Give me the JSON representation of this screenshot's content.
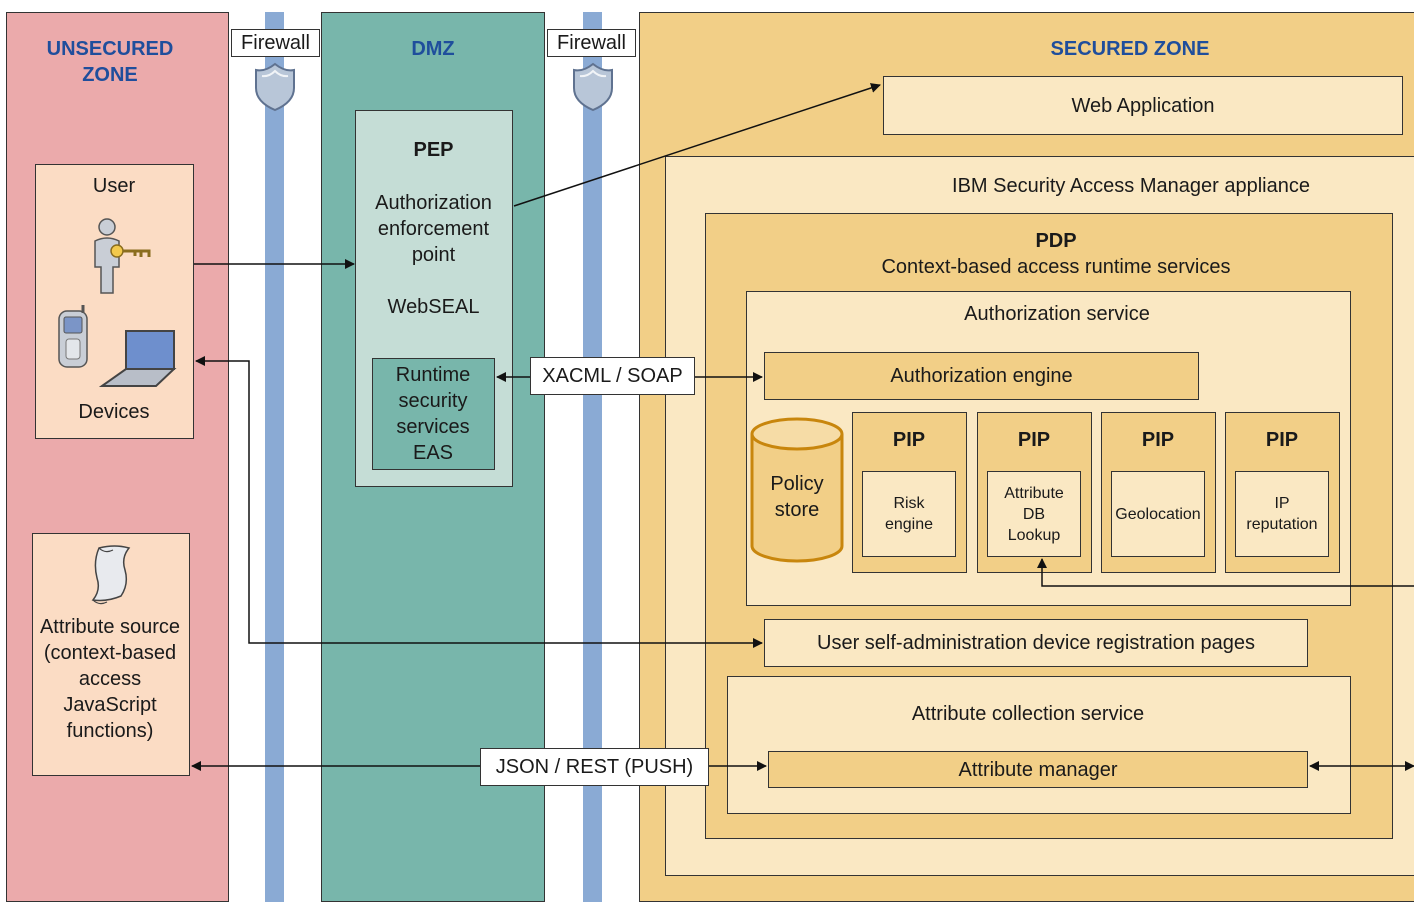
{
  "zones": {
    "unsecured": "UNSECURED ZONE",
    "dmz": "DMZ",
    "secured": "SECURED ZONE"
  },
  "firewalls": [
    "Firewall",
    "Firewall"
  ],
  "user_box": {
    "user_label": "User",
    "devices_label": "Devices"
  },
  "attribute_source": "Attribute source (context-based access JavaScript functions)",
  "pep": {
    "title": "PEP",
    "subtitle": "Authorization enforcement point",
    "webseal": "WebSEAL",
    "runtime": "Runtime security services EAS"
  },
  "web_application": "Web Application",
  "appliance": "IBM Security Access Manager appliance",
  "pdp": {
    "title": "PDP",
    "subtitle": "Context-based access runtime services"
  },
  "authorization_service": "Authorization service",
  "authorization_engine": "Authorization engine",
  "policy_store": "Policy store",
  "pips": [
    {
      "title": "PIP",
      "label": "Risk engine"
    },
    {
      "title": "PIP",
      "label": "Attribute DB Lookup"
    },
    {
      "title": "PIP",
      "label": "Geolocation"
    },
    {
      "title": "PIP",
      "label": "IP reputation"
    }
  ],
  "self_admin": "User self-administration device registration pages",
  "attribute_collection_service": "Attribute collection service",
  "attribute_manager": "Attribute manager",
  "protocols": {
    "xacml": "XACML / SOAP",
    "json": "JSON / REST (PUSH)"
  },
  "colors": {
    "unsecured_bg": "#ebaaab",
    "dmz_bg": "#78b6ab",
    "secured_bg": "#f2cf87",
    "firewall_bar": "#8aaad4",
    "zone_title": "#1f4e9c",
    "light_fill": "#fae8c3",
    "engine_fill": "#f2cf87"
  }
}
